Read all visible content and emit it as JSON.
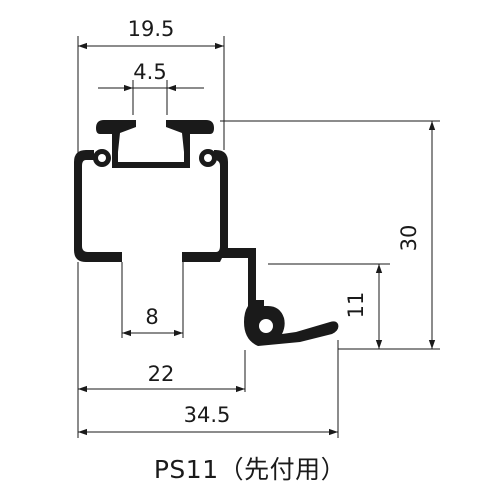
{
  "caption": "PS11（先付用）",
  "dimensions": {
    "overall_top_width": "19.5",
    "slot_width": "4.5",
    "bottom_opening": "8",
    "mid_width": "22",
    "total_width": "34.5",
    "total_height": "30",
    "lip_height": "11"
  },
  "colors": {
    "profile": "#1a1a1a",
    "background": "#ffffff"
  }
}
